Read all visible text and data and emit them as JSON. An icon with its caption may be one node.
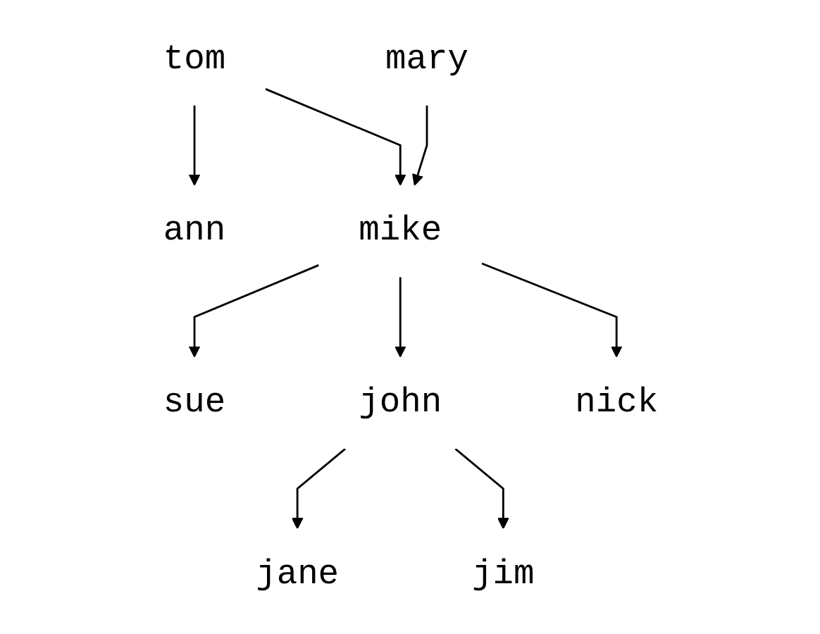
{
  "diagram": {
    "nodes": [
      {
        "text": [
          "tom"
        ]
      },
      {
        "text": [
          "mary"
        ]
      },
      {
        "text": [
          "ann"
        ]
      },
      {
        "text": [
          "mike"
        ]
      },
      {
        "text": [
          "sue"
        ]
      },
      {
        "text": [
          "john"
        ]
      },
      {
        "text": [
          "nick"
        ]
      },
      {
        "text": [
          "jane"
        ]
      },
      {
        "text": [
          "jim"
        ]
      }
    ],
    "edges": [
      {
        "from": 0,
        "to": 2,
        "arrow": "to"
      },
      {
        "from": 0,
        "to": 3,
        "arrow": "to"
      },
      {
        "from": 1,
        "to": 3,
        "arrow": "to"
      },
      {
        "from": 3,
        "to": 4,
        "arrow": "to"
      },
      {
        "from": 3,
        "to": 5,
        "arrow": "to"
      },
      {
        "from": 3,
        "to": 6,
        "arrow": "to"
      },
      {
        "from": 5,
        "to": 7,
        "arrow": "to"
      },
      {
        "from": 5,
        "to": 8,
        "arrow": "to"
      }
    ]
  }
}
